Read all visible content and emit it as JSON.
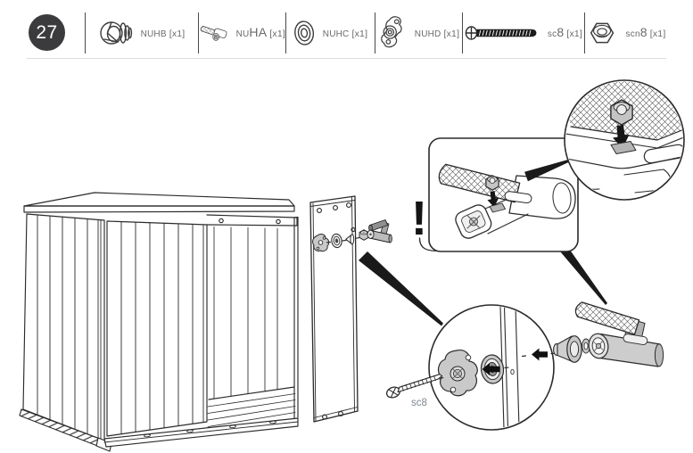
{
  "step": {
    "number": "27"
  },
  "parts_bar": {
    "items": [
      {
        "name": "NUHB",
        "code_small": "NUHB",
        "code_large": "",
        "qty": "[x1]",
        "icon": "cap-nuhb-icon"
      },
      {
        "name": "NUHA",
        "code_small": "NU",
        "code_large": "HA",
        "qty": "[x1]",
        "icon": "handle-nuha-icon"
      },
      {
        "name": "NUHC",
        "code_small": "NUHC",
        "code_large": "",
        "qty": "[x1]",
        "icon": "washer-nuhc-icon"
      },
      {
        "name": "NUHD",
        "code_small": "NUHD",
        "code_large": "",
        "qty": "[x1]",
        "icon": "bracket-nuhd-icon"
      },
      {
        "name": "sc8",
        "code_small": "sc",
        "code_large": "8",
        "qty": "[x1]",
        "icon": "screw-sc8-icon"
      },
      {
        "name": "scn8",
        "code_small": "scn",
        "code_large": "8",
        "qty": "[x1]",
        "icon": "nut-scn8-icon"
      }
    ]
  },
  "diagram": {
    "screw_label": "sc8",
    "warning_mark": "!"
  },
  "colors": {
    "line": "#2b2b2b",
    "label_gray": "#6a6a6a",
    "badge_bg": "#3b3b3d",
    "part_fill_gray": "#c9c9c9",
    "screw_label_color": "#7e8791"
  }
}
